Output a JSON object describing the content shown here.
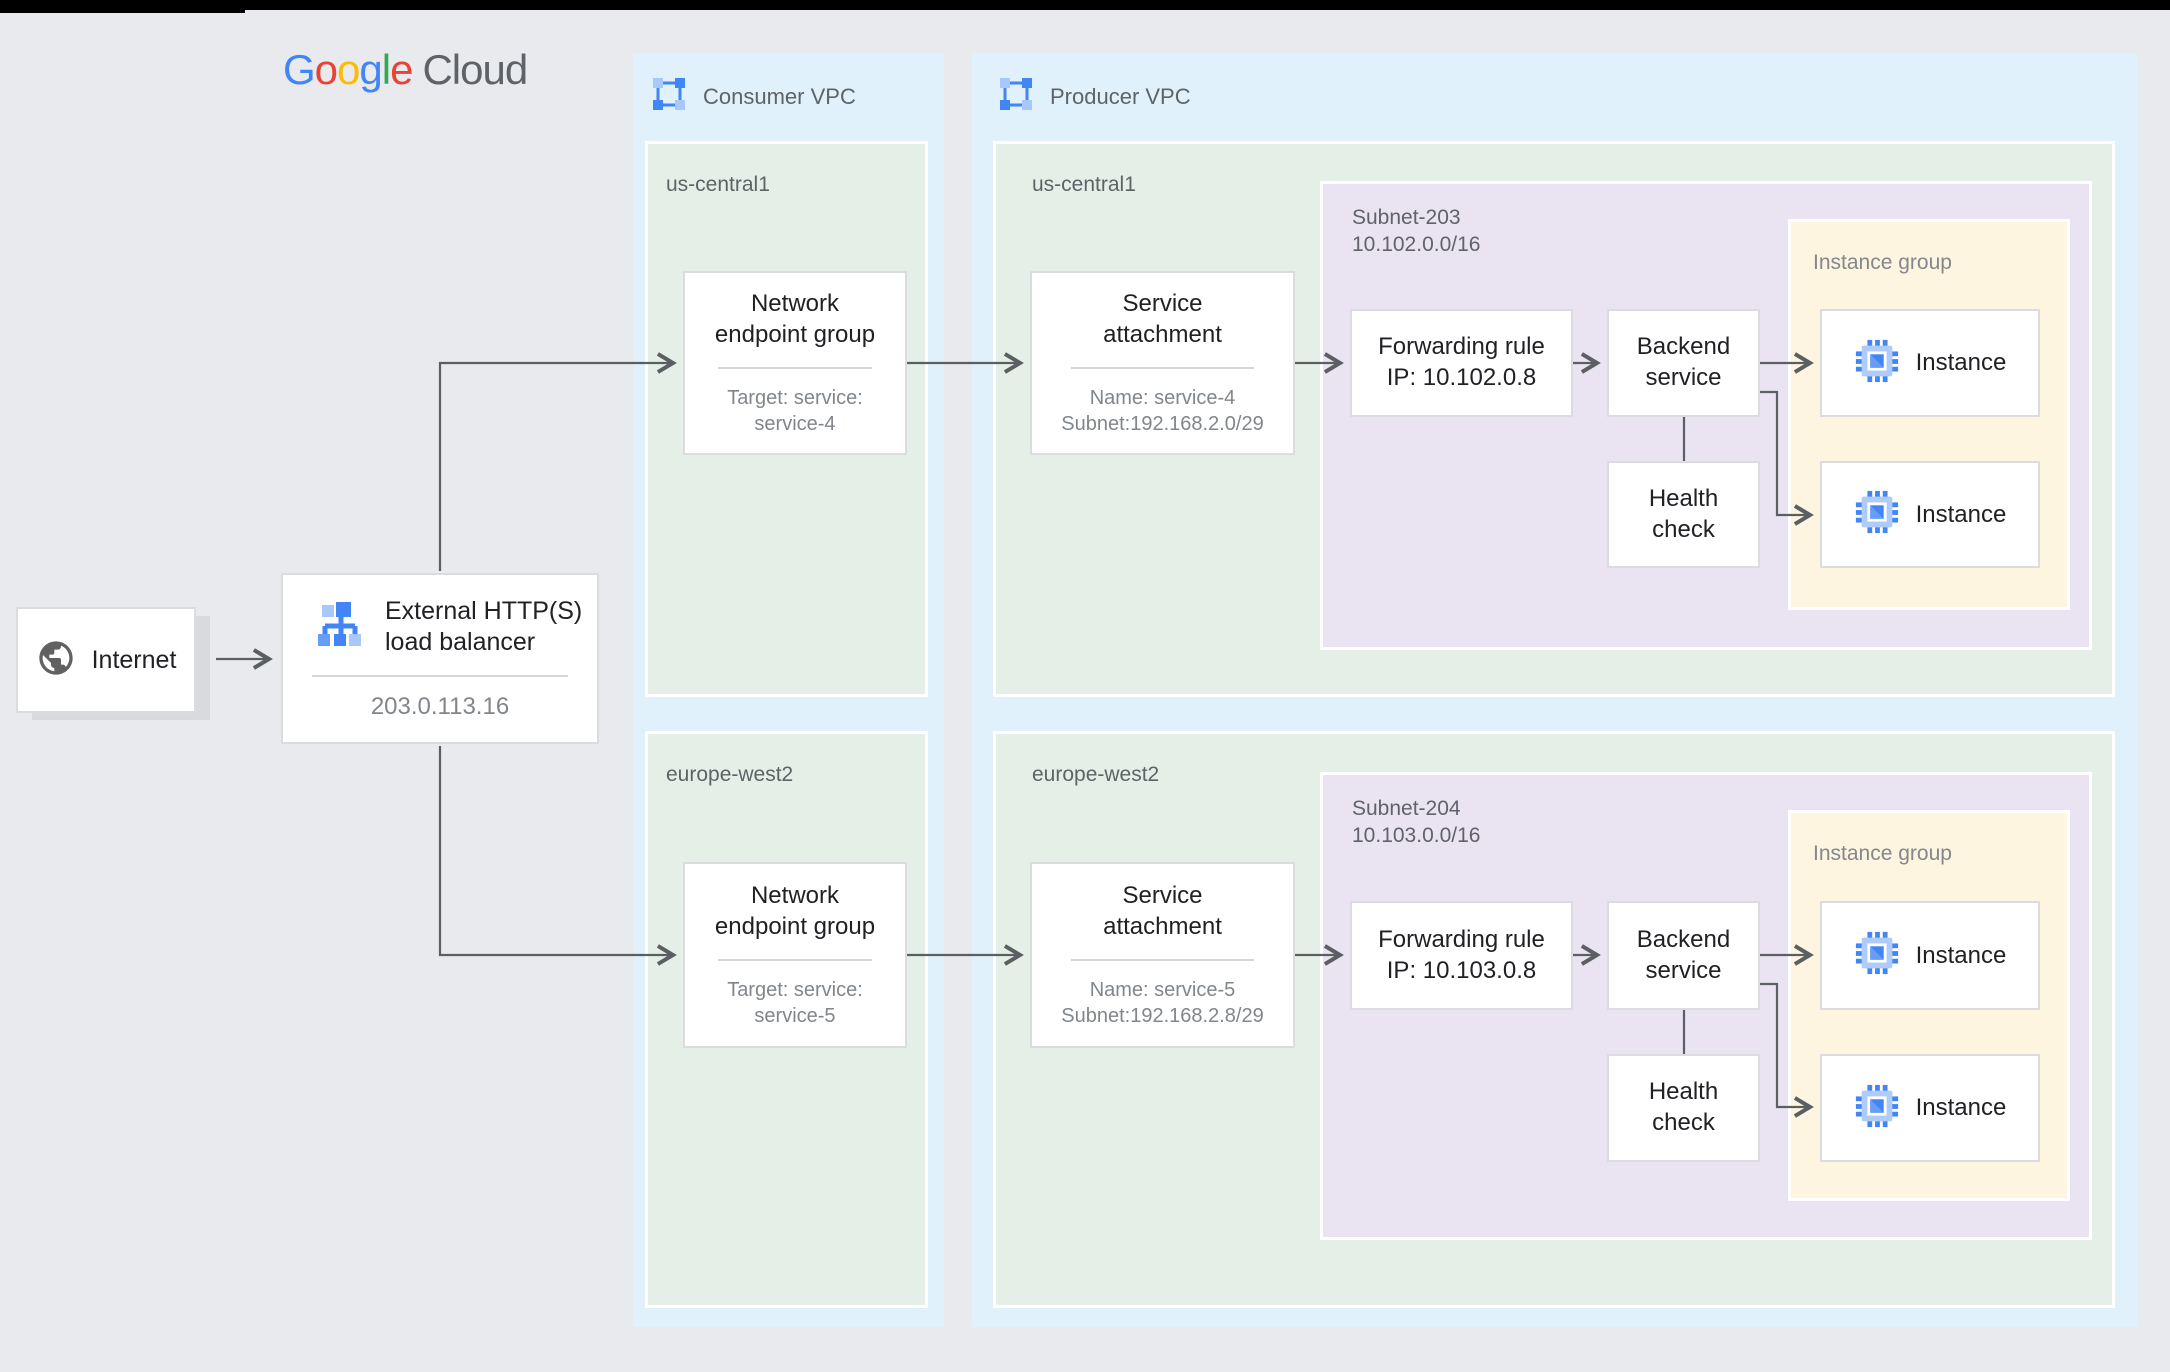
{
  "logo": {
    "g1": "G",
    "o1": "o",
    "o2": "o",
    "g2": "g",
    "l1": "l",
    "e1": "e",
    "cloud": "Cloud"
  },
  "internet": {
    "label": "Internet"
  },
  "load_balancer": {
    "line1": "External HTTP(S)",
    "line2": "load balancer",
    "ip": "203.0.113.16"
  },
  "consumer_vpc": {
    "title": "Consumer VPC",
    "regions": [
      {
        "name": "us-central1",
        "neg": {
          "t1": "Network",
          "t2": "endpoint group",
          "d1": "Target: service:",
          "d2": "service-4"
        }
      },
      {
        "name": "europe-west2",
        "neg": {
          "t1": "Network",
          "t2": "endpoint group",
          "d1": "Target: service:",
          "d2": "service-5"
        }
      }
    ]
  },
  "producer_vpc": {
    "title": "Producer VPC",
    "regions": [
      {
        "name": "us-central1",
        "sa": {
          "t1": "Service",
          "t2": "attachment",
          "d1": "Name: service-4",
          "d2": "Subnet:192.168.2.0/29"
        },
        "subnet": {
          "name": "Subnet-203",
          "cidr": "10.102.0.0/16",
          "fr1": "Forwarding rule",
          "fr2": "IP: 10.102.0.8",
          "bs1": "Backend",
          "bs2": "service",
          "hc1": "Health",
          "hc2": "check",
          "ig_title": "Instance group",
          "inst1": "Instance",
          "inst2": "Instance"
        }
      },
      {
        "name": "europe-west2",
        "sa": {
          "t1": "Service",
          "t2": "attachment",
          "d1": "Name: service-5",
          "d2": "Subnet:192.168.2.8/29"
        },
        "subnet": {
          "name": "Subnet-204",
          "cidr": "10.103.0.0/16",
          "fr1": "Forwarding rule",
          "fr2": "IP: 10.103.0.8",
          "bs1": "Backend",
          "bs2": "service",
          "hc1": "Health",
          "hc2": "check",
          "ig_title": "Instance group",
          "inst1": "Instance",
          "inst2": "Instance"
        }
      }
    ]
  },
  "colors": {
    "background": "#e8eaed",
    "vpc_panel": "#e0f1fb",
    "region_green": "#e4f0e7",
    "subnet_purple": "#eae4f2",
    "instance_group_yellow": "#fdf5e0",
    "node_border": "#dadce0",
    "connector": "#5c5f62",
    "text_dark": "#202124",
    "text_gray": "#80868b",
    "label_gray": "#5f6368",
    "google_blue": "#4285F4",
    "google_red": "#EA4335",
    "google_yellow": "#FBBC05",
    "google_green": "#34A853"
  }
}
